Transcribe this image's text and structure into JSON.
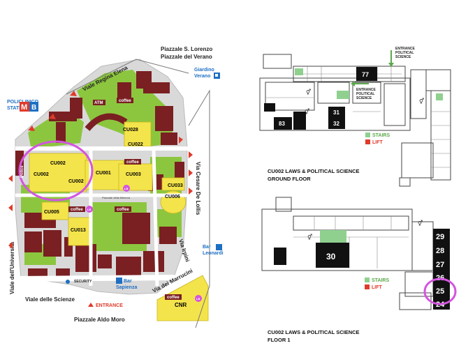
{
  "campus_map": {
    "streets": {
      "piazzale_lorenzo": "Piazzale S. Lorenzo",
      "piazzale_verano": "Piazzale del Verano",
      "regina_elena": "Viale Regina Elena",
      "cesare_de_lollis": "Via Cesare De Lollis",
      "universita": "Viale dell'Università",
      "scienze": "Viale delle Scienze",
      "irpini": "Via Irpini",
      "marrucini": "Via dei Marrucini",
      "aldo_moro": "Piazzale Aldo Moro"
    },
    "places": {
      "policlinico": "POLICLINICO",
      "station": "STATION",
      "metro": "M",
      "metro_line": "B",
      "giardino": "Giardino",
      "verano": "Verano",
      "bar": "Bar",
      "leonardi": "Leonardi",
      "sapienza": "Sapienza",
      "atm": "ATM",
      "entrance": "ENTRANCE",
      "security": "SECURITY",
      "cnr": "CNR",
      "piazzale_minerva": "Piazzale della Minerva",
      "coffee": "coffee",
      "lb": "LB",
      "police": "Police"
    },
    "buildings": {
      "cu002_a": "CU002",
      "cu002_b": "CU002",
      "cu002_c": "CU002",
      "cu001": "CU001",
      "cu003": "CU003",
      "cu005": "CU005",
      "cu006": "CU006",
      "cu013": "CU013",
      "cu022": "CU022",
      "cu028": "CU028",
      "cu033": "CU033"
    }
  },
  "ground_floor": {
    "title_line1": "CU002 LAWS & POLITICAL SCIENCE",
    "title_line2": "GROUND FLOOR",
    "entrance_main": [
      "ENTRANCE",
      "POLITICAL",
      "SCIENCE"
    ],
    "entrance_inner": [
      "ENTRANCE",
      "POLITICAL",
      "SCIENCE"
    ],
    "rooms": {
      "r77": "77",
      "r31": "31",
      "r32": "32",
      "r83": "83"
    },
    "legend_stairs": "STAIRS",
    "legend_lift": "LIFT"
  },
  "floor_1": {
    "title_line1": "CU002 LAWS & POLITICAL SCIENCE",
    "title_line2": "FLOOR 1",
    "rooms": {
      "r30": "30",
      "r29": "29",
      "r28": "28",
      "r27": "27",
      "r26": "26",
      "r25": "25",
      "r24": "24"
    },
    "legend_stairs": "STAIRS",
    "legend_lift": "LIFT"
  },
  "colors": {
    "building": "#7a1f22",
    "green_area": "#8cc63f",
    "faculty": "#f4e44b",
    "highlight": "#d455e0",
    "floorplan_room": "#111111",
    "stairs": "#8fd08f",
    "lift": "#e03a2a",
    "road": "#ffffff",
    "campus_ground": "#d9d9d9"
  }
}
